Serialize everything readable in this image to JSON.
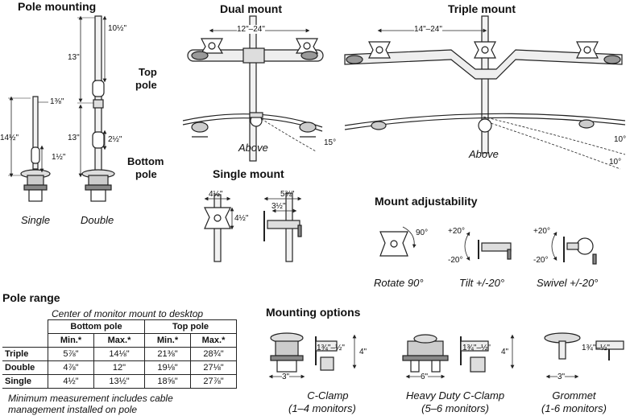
{
  "sections": {
    "pole_mounting": "Pole mounting",
    "dual_mount": "Dual mount",
    "triple_mount": "Triple mount",
    "single_mount": "Single mount",
    "mount_adjustability": "Mount adjustability",
    "pole_range": "Pole range",
    "mounting_options": "Mounting options"
  },
  "pole": {
    "top_pole": [
      "Top",
      "pole"
    ],
    "bottom_pole": [
      "Bottom",
      "pole"
    ],
    "single": "Single",
    "double": "Double",
    "dims": {
      "d_13_upper": "13\"",
      "d_10_5": "10½\"",
      "d_13_lower": "13\"",
      "d_2_5": "2½\"",
      "d_14_5": "14½\"",
      "d_1_375": "1⅜\"",
      "d_1_5": "1½\""
    }
  },
  "dual": {
    "span": "12\"–24\"",
    "above": "Above",
    "angle": "15°"
  },
  "triple": {
    "span": "14\"–24\"",
    "above": "Above",
    "angle_a": "10°",
    "angle_b": "10°"
  },
  "single_mount": {
    "w": "4½\"",
    "h": "4½\"",
    "depth": "5¾\"",
    "depth2": "3½\""
  },
  "adjust": {
    "rotate": "Rotate 90°",
    "rotate_deg": "90°",
    "tilt": "Tilt +/-20°",
    "tilt_plus": "+20°",
    "tilt_minus": "-20°",
    "swivel": "Swivel +/-20°",
    "swivel_plus": "+20°",
    "swivel_minus": "-20°"
  },
  "pole_range": {
    "subtitle": "Center of monitor mount to desktop",
    "groups": [
      "Bottom pole",
      "Top pole"
    ],
    "cols": [
      "Min.*",
      "Max.*",
      "Min.*",
      "Max.*"
    ],
    "rows": [
      {
        "label": "Triple",
        "values": [
          "5⅞\"",
          "14⅛\"",
          "21⅜\"",
          "28¾\""
        ]
      },
      {
        "label": "Double",
        "values": [
          "4⅞\"",
          "12\"",
          "19⅛\"",
          "27⅛\""
        ]
      },
      {
        "label": "Single",
        "values": [
          "4½\"",
          "13½\"",
          "18⅝\"",
          "27⅞\""
        ]
      }
    ],
    "footnote": [
      "Minimum measurement includes cable",
      "management installed on pole"
    ]
  },
  "options": {
    "cclamp": {
      "name": "C-Clamp",
      "sub": "(1–4 monitors)",
      "w": "3\"",
      "h1": "1¾\"–½\"",
      "h2": "4\""
    },
    "heavy": {
      "name": "Heavy Duty C-Clamp",
      "sub": "(5–6 monitors)",
      "w": "6\"",
      "h1": "1¾\"–½\"",
      "h2": "4\""
    },
    "grommet": {
      "name": "Grommet",
      "sub": "(1-6 monitors)",
      "w": "3\"",
      "h1": "1¾\"–½\""
    }
  },
  "colors": {
    "line": "#222222",
    "pole_fill": "#f2f2f2",
    "shade": "#bbbbbb"
  }
}
